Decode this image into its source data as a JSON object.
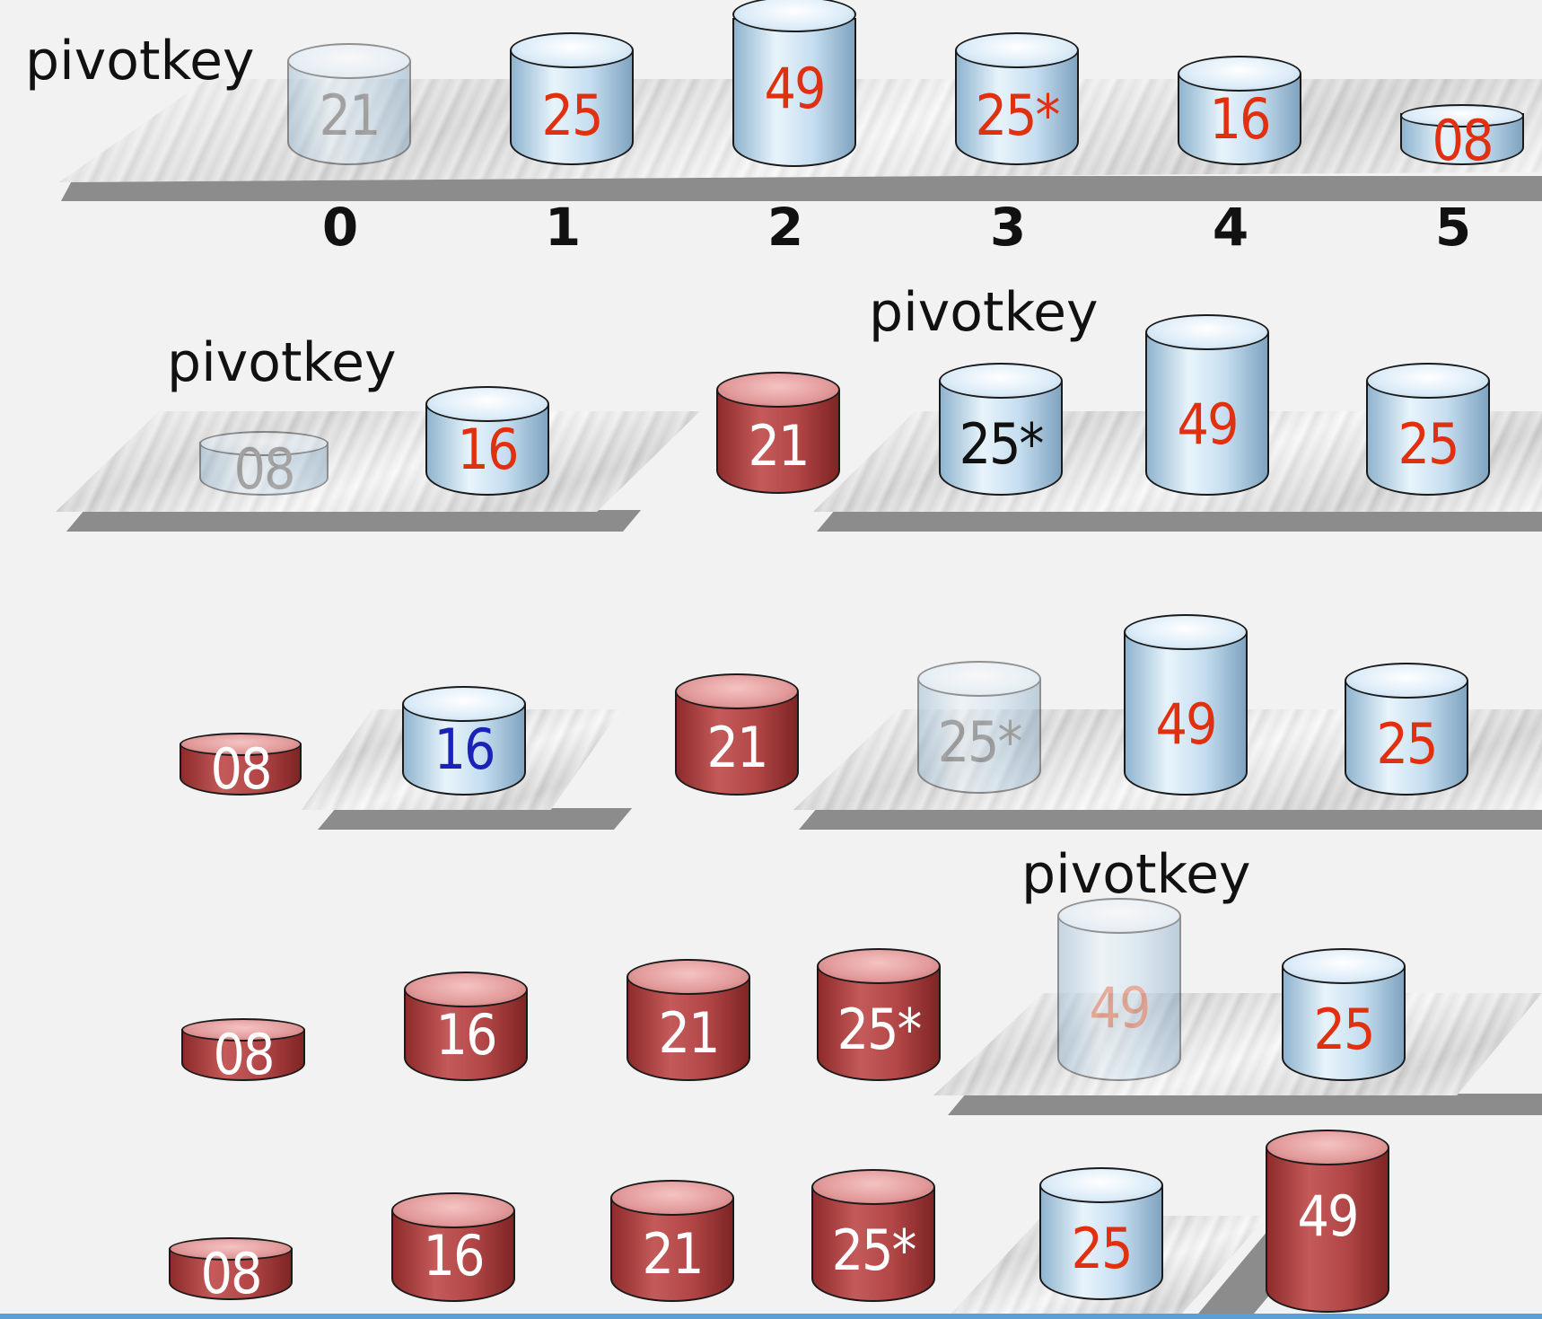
{
  "rows": [
    {
      "pivot_label": "pivotkey",
      "indices": [
        "0",
        "1",
        "2",
        "3",
        "4",
        "5"
      ],
      "cylinders": [
        {
          "value": "21",
          "style": "ghost-blue",
          "text": "gray"
        },
        {
          "value": "25",
          "style": "blue",
          "text": "red"
        },
        {
          "value": "49",
          "style": "blue",
          "text": "red"
        },
        {
          "value": "25*",
          "style": "blue",
          "text": "red"
        },
        {
          "value": "16",
          "style": "blue",
          "text": "red"
        },
        {
          "value": "08",
          "style": "blue",
          "text": "red"
        }
      ]
    },
    {
      "pivot_label_left": "pivotkey",
      "pivot_label_right": "pivotkey",
      "cylinders": [
        {
          "value": "08",
          "style": "ghost-blue",
          "text": "gray"
        },
        {
          "value": "16",
          "style": "blue",
          "text": "red"
        },
        {
          "value": "21",
          "style": "red",
          "text": "white"
        },
        {
          "value": "25*",
          "style": "blue",
          "text": "black"
        },
        {
          "value": "49",
          "style": "blue",
          "text": "red"
        },
        {
          "value": "25",
          "style": "blue",
          "text": "red"
        }
      ]
    },
    {
      "cylinders": [
        {
          "value": "08",
          "style": "red",
          "text": "white"
        },
        {
          "value": "16",
          "style": "blue",
          "text": "blue"
        },
        {
          "value": "21",
          "style": "red",
          "text": "white"
        },
        {
          "value": "25*",
          "style": "ghost-blue",
          "text": "gray"
        },
        {
          "value": "49",
          "style": "blue",
          "text": "red"
        },
        {
          "value": "25",
          "style": "blue",
          "text": "red"
        }
      ]
    },
    {
      "pivot_label": "pivotkey",
      "cylinders": [
        {
          "value": "08",
          "style": "red",
          "text": "white"
        },
        {
          "value": "16",
          "style": "red",
          "text": "white"
        },
        {
          "value": "21",
          "style": "red",
          "text": "white"
        },
        {
          "value": "25*",
          "style": "red",
          "text": "white"
        },
        {
          "value": "49",
          "style": "ghost-blue",
          "text": "salmon"
        },
        {
          "value": "25",
          "style": "blue",
          "text": "red"
        }
      ]
    },
    {
      "cylinders": [
        {
          "value": "08",
          "style": "red",
          "text": "white"
        },
        {
          "value": "16",
          "style": "red",
          "text": "white"
        },
        {
          "value": "21",
          "style": "red",
          "text": "white"
        },
        {
          "value": "25*",
          "style": "red",
          "text": "white"
        },
        {
          "value": "25",
          "style": "blue",
          "text": "red"
        },
        {
          "value": "49",
          "style": "red",
          "text": "white"
        }
      ]
    }
  ],
  "colors": {
    "platform_shadow": "#8c8c8c",
    "blue_cylinder": "#cfe3f2",
    "red_cylinder": "#b34747",
    "accent_red_text": "#e0300f",
    "accent_blue_text": "#1a22b8",
    "bottom_line": "#5aa0d8"
  }
}
